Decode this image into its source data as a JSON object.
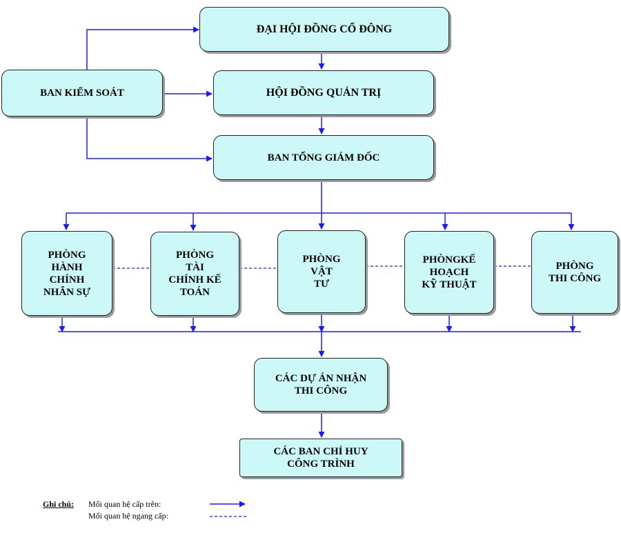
{
  "nodes": {
    "dai_hoi": "ĐẠI HỘI ĐỒNG CỔ ĐÔNG",
    "ban_kiem_soat": "BAN KIỂM SOÁT",
    "hoi_dong": "HỘI ĐỒNG QUẢN TRỊ",
    "tong_giam_doc": "BAN TỔNG GIÁM ĐỐC",
    "hanh_chinh": "PHÒNG\nHÀNH\nCHÍNH\nNHÂN SỰ",
    "tai_chinh": "PHÒNG\nTÀI\nCHÍNH KẾ\nTOÁN",
    "vat_tu": "PHÒNG\nVẬT\nTƯ",
    "ke_hoach": "PHÒNGKẾ\nHOẠCH\nKỸ THUẬT",
    "thi_cong": "PHÒNG\nTHI CÔNG",
    "du_an": "CÁC DỰ ÁN NHẬN\nTHI CÔNG",
    "ban_chi_huy": "CÁC BAN CHỈ HUY\nCÔNG TRÌNH"
  },
  "legend": {
    "title": "Ghi chú:",
    "superior": "Mối quan hệ cấp trên:",
    "peer": "Mối quan hệ ngang cấp:"
  },
  "colors": {
    "box_fill": "#ccf8f8",
    "arrow": "#1a1aff",
    "shadow": "#9a9a9a"
  }
}
